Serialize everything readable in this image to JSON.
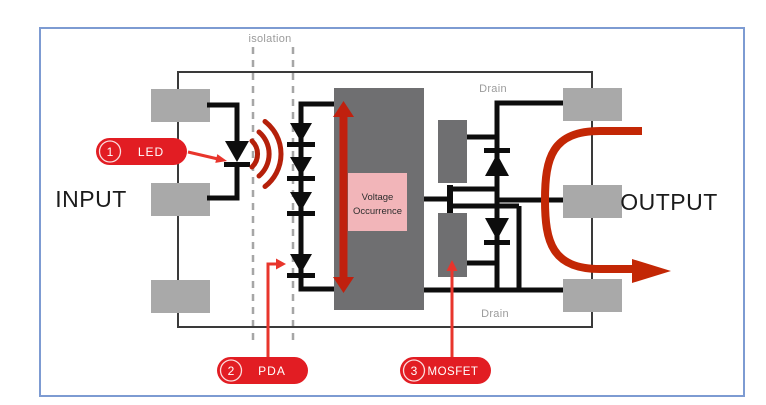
{
  "labels": {
    "input": "INPUT",
    "output": "OUTPUT",
    "isolation": "isolation",
    "drain_top": "Drain",
    "drain_bottom": "Drain",
    "voltage_line1": "Voltage",
    "voltage_line2": "Occurrence"
  },
  "callouts": {
    "led": {
      "number": "1",
      "label": "LED"
    },
    "pda": {
      "number": "2",
      "label": "PDA"
    },
    "mosfet": {
      "number": "3",
      "label": "MOSFET"
    }
  },
  "colors": {
    "frame_blue": "#7d9bd2",
    "callout_red": "#e21d23",
    "current_arrow_red": "#c32705",
    "light_wave_red": "#b5200a",
    "voltage_arrow_red": "#c0200e",
    "block_gray": "#6f6f71",
    "pin_gray": "#a9a9a9",
    "pink_box": "#f2b5b9",
    "muted_text_gray": "#9b9b9b"
  }
}
